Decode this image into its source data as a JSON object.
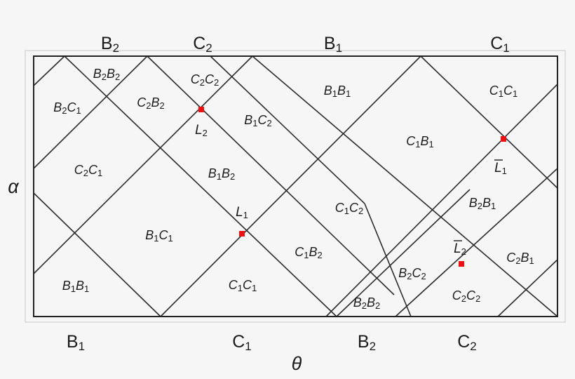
{
  "axes": {
    "x_symbol": "θ",
    "y_symbol": "α",
    "top_ticks": [
      {
        "base": "B",
        "sub": "2"
      },
      {
        "base": "C",
        "sub": "2"
      },
      {
        "base": "B",
        "sub": "1"
      },
      {
        "base": "C",
        "sub": "1"
      }
    ],
    "bottom_ticks": [
      {
        "base": "B",
        "sub": "1"
      },
      {
        "base": "C",
        "sub": "1"
      },
      {
        "base": "B",
        "sub": "2"
      },
      {
        "base": "C",
        "sub": "2"
      }
    ]
  },
  "regions": [
    {
      "a": "B",
      "i": "2",
      "b": "B",
      "j": "2"
    },
    {
      "a": "B",
      "i": "2",
      "b": "C",
      "j": "1"
    },
    {
      "a": "C",
      "i": "2",
      "b": "B",
      "j": "2"
    },
    {
      "a": "C",
      "i": "2",
      "b": "C",
      "j": "2"
    },
    {
      "a": "B",
      "i": "1",
      "b": "B",
      "j": "1"
    },
    {
      "a": "C",
      "i": "1",
      "b": "C",
      "j": "1"
    },
    {
      "a": "B",
      "i": "1",
      "b": "C",
      "j": "2"
    },
    {
      "a": "C",
      "i": "1",
      "b": "B",
      "j": "1"
    },
    {
      "a": "C",
      "i": "2",
      "b": "C",
      "j": "1"
    },
    {
      "a": "B",
      "i": "1",
      "b": "B",
      "j": "2"
    },
    {
      "a": "C",
      "i": "1",
      "b": "C",
      "j": "2"
    },
    {
      "a": "B",
      "i": "2",
      "b": "B",
      "j": "1"
    },
    {
      "a": "B",
      "i": "1",
      "b": "C",
      "j": "1"
    },
    {
      "a": "C",
      "i": "1",
      "b": "B",
      "j": "2"
    },
    {
      "a": "B",
      "i": "2",
      "b": "C",
      "j": "2"
    },
    {
      "a": "C",
      "i": "2",
      "b": "B",
      "j": "1"
    },
    {
      "a": "B",
      "i": "1",
      "b": "B",
      "j": "1"
    },
    {
      "a": "C",
      "i": "1",
      "b": "C",
      "j": "1"
    },
    {
      "a": "B",
      "i": "2",
      "b": "B",
      "j": "2"
    },
    {
      "a": "C",
      "i": "2",
      "b": "C",
      "j": "2"
    }
  ],
  "points": [
    {
      "base": "L",
      "sub": "2",
      "bar": false
    },
    {
      "base": "L",
      "sub": "1",
      "bar": true
    },
    {
      "base": "L",
      "sub": "1",
      "bar": false
    },
    {
      "base": "L",
      "sub": "2",
      "bar": true
    }
  ],
  "colors": {
    "background": "#f6f6f6",
    "frame": "#222222",
    "lines": "#2b2b2b",
    "points": "#ee1111",
    "text": "#1a1a1a"
  }
}
